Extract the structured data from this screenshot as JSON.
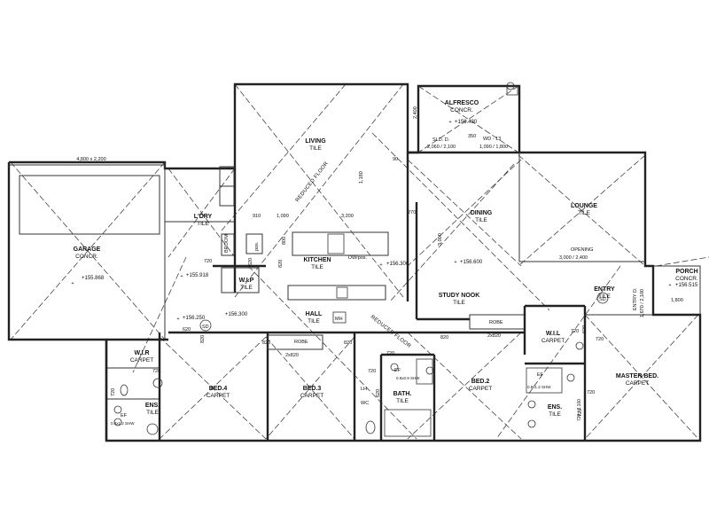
{
  "rooms": {
    "garage": {
      "name": "GARAGE",
      "finish": "CONCR."
    },
    "living": {
      "name": "LIVING",
      "finish": "TILE"
    },
    "alfresco": {
      "name": "ALFRESCO",
      "finish": "CONCR."
    },
    "ldry": {
      "name": "L'DRY",
      "finish": "TILE"
    },
    "kitchen": {
      "name": "KITCHEN",
      "finish": "TILE"
    },
    "dining": {
      "name": "DINING",
      "finish": "TILE"
    },
    "lounge": {
      "name": "LOUNGE",
      "finish": "TILE"
    },
    "porch": {
      "name": "PORCH",
      "finish": "CONCR."
    },
    "entry": {
      "name": "ENTRY",
      "finish": "TILE"
    },
    "wip": {
      "name": "W.I.P",
      "finish": "TILE"
    },
    "hall": {
      "name": "HALL",
      "finish": "TILE"
    },
    "study": {
      "name": "STUDY NOOK",
      "finish": "TILE"
    },
    "wir": {
      "name": "W.I.R",
      "finish": "CARPET"
    },
    "bed4": {
      "name": "BED.4",
      "finish": "CARPET"
    },
    "ens1": {
      "name": "ENS.",
      "finish": "TILE"
    },
    "bed3": {
      "name": "BED.3",
      "finish": "CARPET"
    },
    "bath": {
      "name": "BATH.",
      "finish": "TILE"
    },
    "bed2": {
      "name": "BED.2",
      "finish": "CARPET"
    },
    "wil": {
      "name": "W.I.L",
      "finish": "CARPET"
    },
    "ens2": {
      "name": "ENS.",
      "finish": "TILE"
    },
    "master": {
      "name": "MASTER BED.",
      "finish": "CARPET"
    }
  },
  "fixtures": {
    "robe": "ROBE",
    "broom": "BROOM",
    "pos": "pos.",
    "wc": "WC",
    "lh": "LH",
    "mh": "MH",
    "sd": "SD",
    "ef": "EF",
    "dwpos": "DW/pos.",
    "opening": "OPENING",
    "shw_ens": "0.9x1.2 SHW",
    "shw_bath": "0.9x0.9 SHW",
    "shw_master": "0.9x1.2 SHW"
  },
  "notes": {
    "reduced_floor": "REDUCED FLOOR",
    "wd13": "WD - 13",
    "sld": "SLD. D."
  },
  "levels": {
    "garage": "+155.868",
    "alfresco": "+156.430",
    "ldry": "+155.918",
    "hall_a": "+156.250",
    "hall_b": "+156.300",
    "kitchen": "+156.300",
    "dining": "+156.600",
    "porch": "+156.515"
  },
  "dims": {
    "garage_top": "4,800 x 2,200",
    "d910": "910",
    "d1090": "1,090",
    "d3200": "3,200",
    "d1180": "1,180",
    "d800": "800",
    "d820a": "820",
    "d720a": "720",
    "d620a": "620",
    "d620b": "620",
    "d820b": "820",
    "d820c": "820",
    "d820d": "820",
    "d820e": "820",
    "d720b": "720",
    "d720c": "720",
    "d720d": "720",
    "d720e": "720",
    "d720f": "720",
    "d720g": "720",
    "d720h": "720",
    "d720i": "720",
    "d620c": "620",
    "d620d": "620",
    "d2x820a": "2x820",
    "d2x820b": "2x820",
    "d2400": "2,400",
    "d350": "350",
    "d90": "90",
    "d270": "270",
    "d3000": "3,000",
    "sld_size": "2,060 / 2,100",
    "wd13_size": "1,090 / 1,800",
    "opening_size": "3,000 / 2,400",
    "entry_door": "ENTRY D.",
    "entry_size": "1,670 / 2,100",
    "d1800": "1,800",
    "master_size": "720 / 2,100"
  }
}
